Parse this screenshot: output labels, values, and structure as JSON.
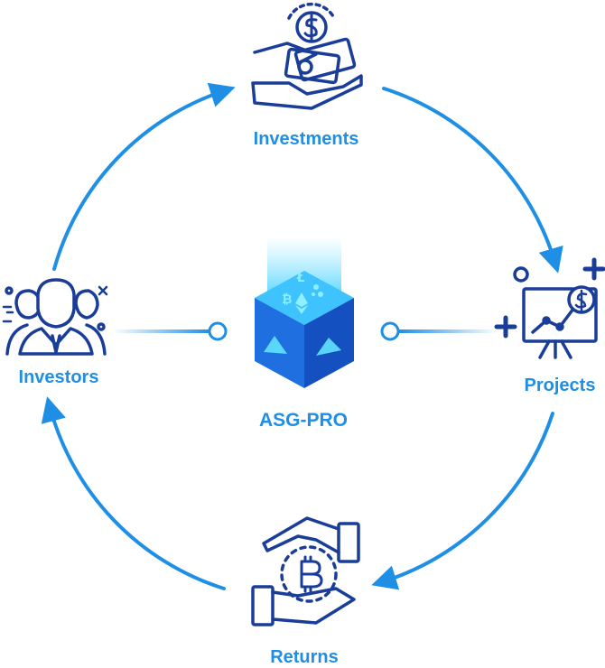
{
  "nodes": {
    "investments": "Investments",
    "projects": "Projects",
    "returns": "Returns",
    "investors": "Investors",
    "center": "ASG-PRO"
  },
  "colors": {
    "accent": "#1f8fe5",
    "icon": "#1a3d9a",
    "cube": "#1565e0"
  },
  "icons": {
    "investments": "hand-money-dollar-icon",
    "projects": "presentation-chart-dollar-icon",
    "returns": "hands-exchange-bitcoin-icon",
    "investors": "group-of-people-icon",
    "center": "crypto-cube-icon"
  }
}
